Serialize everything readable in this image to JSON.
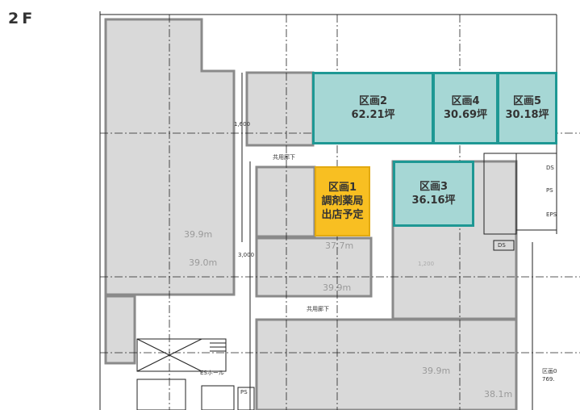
{
  "floor_label": "2F",
  "units": [
    {
      "id": "unit-2",
      "name": "区画2",
      "area": "62.21坪"
    },
    {
      "id": "unit-4",
      "name": "区画4",
      "area": "30.69坪"
    },
    {
      "id": "unit-5",
      "name": "区画5",
      "area": "30.18坪"
    },
    {
      "id": "unit-3",
      "name": "区画3",
      "area": "36.16坪"
    },
    {
      "id": "unit-1",
      "name": "区画1",
      "line2": "調剤薬局",
      "line3": "出店予定"
    }
  ],
  "ceiling_heights": [
    "39.9m",
    "39.0m",
    "37.7m",
    "39.9m",
    "39.9m",
    "38.1m"
  ],
  "dimensions": [
    "1,600",
    "3,000",
    "1,200"
  ],
  "labels": {
    "corridor_top": "共用廊下",
    "corridor_mid": "共用廊下",
    "es_hall": "ESホール",
    "ps_bottom": "PS",
    "ds_mid": "DS",
    "ds_right": "DS",
    "ps_right": "PS",
    "eps": "EPS",
    "unit0_name": "区画0",
    "unit0_area": "769."
  },
  "colors": {
    "leased_unit": "#a6d7d5",
    "leased_border": "#1e9894",
    "planned_unit": "#f8bf22",
    "existing": "#d9d9d9"
  }
}
